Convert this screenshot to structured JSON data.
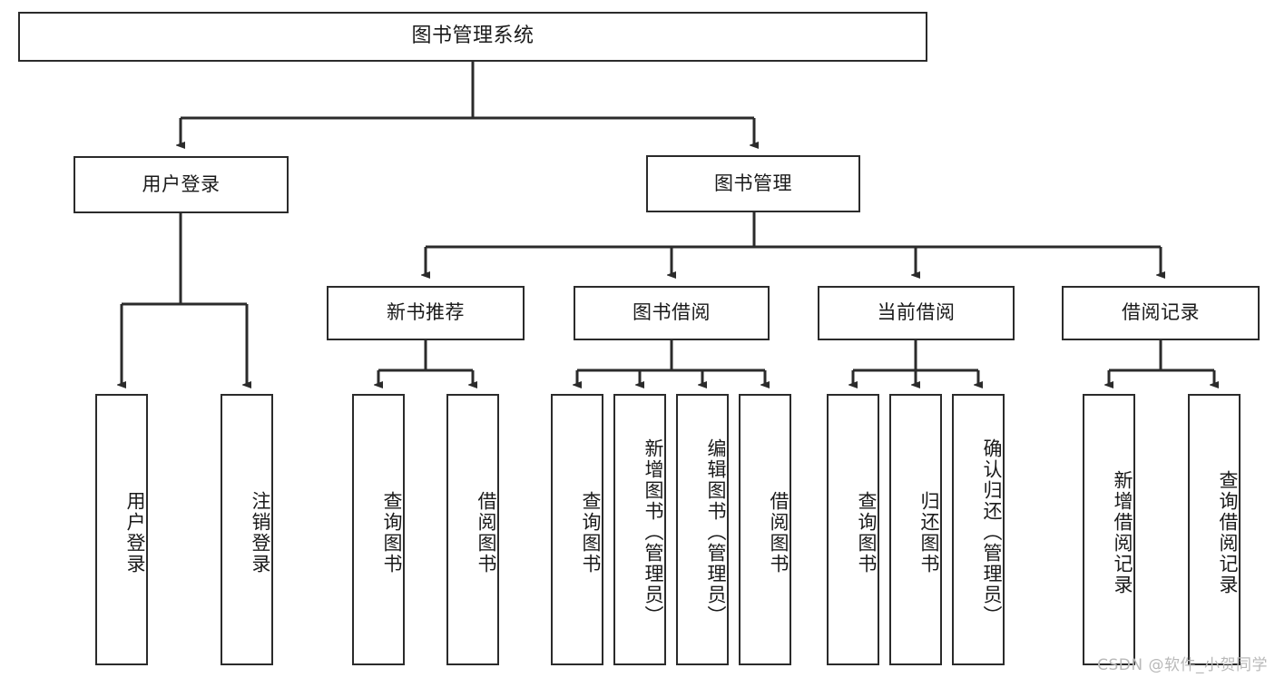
{
  "diagram": {
    "title": "图书管理系统",
    "type": "tree",
    "watermark": "CSDN @软件_小贺同学",
    "colors": {
      "node_border": "#2b2b2b",
      "node_fill": "#ffffff",
      "edge": "#2b2b2b",
      "text": "#1a1a1a",
      "watermark": "#b9b9b9",
      "background": "#ffffff"
    },
    "root": {
      "label": "图书管理系统"
    },
    "level2": [
      {
        "label": "用户登录"
      },
      {
        "label": "图书管理"
      }
    ],
    "level3": [
      {
        "label": "新书推荐"
      },
      {
        "label": "图书借阅"
      },
      {
        "label": "当前借阅"
      },
      {
        "label": "借阅记录"
      }
    ],
    "leaves": {
      "user_login": [
        {
          "label": "用户登录"
        },
        {
          "label": "注销登录"
        }
      ],
      "new_book_recommend": [
        {
          "label": "查询图书"
        },
        {
          "label": "借阅图书"
        }
      ],
      "book_borrow": [
        {
          "label": "查询图书"
        },
        {
          "label": "新增图书（管理员）"
        },
        {
          "label": "编辑图书（管理员）"
        },
        {
          "label": "借阅图书"
        }
      ],
      "current_borrow": [
        {
          "label": "查询图书"
        },
        {
          "label": "归还图书"
        },
        {
          "label": "确认归还（管理员）"
        }
      ],
      "borrow_record": [
        {
          "label": "新增借阅记录"
        },
        {
          "label": "查询借阅记录"
        }
      ]
    }
  }
}
